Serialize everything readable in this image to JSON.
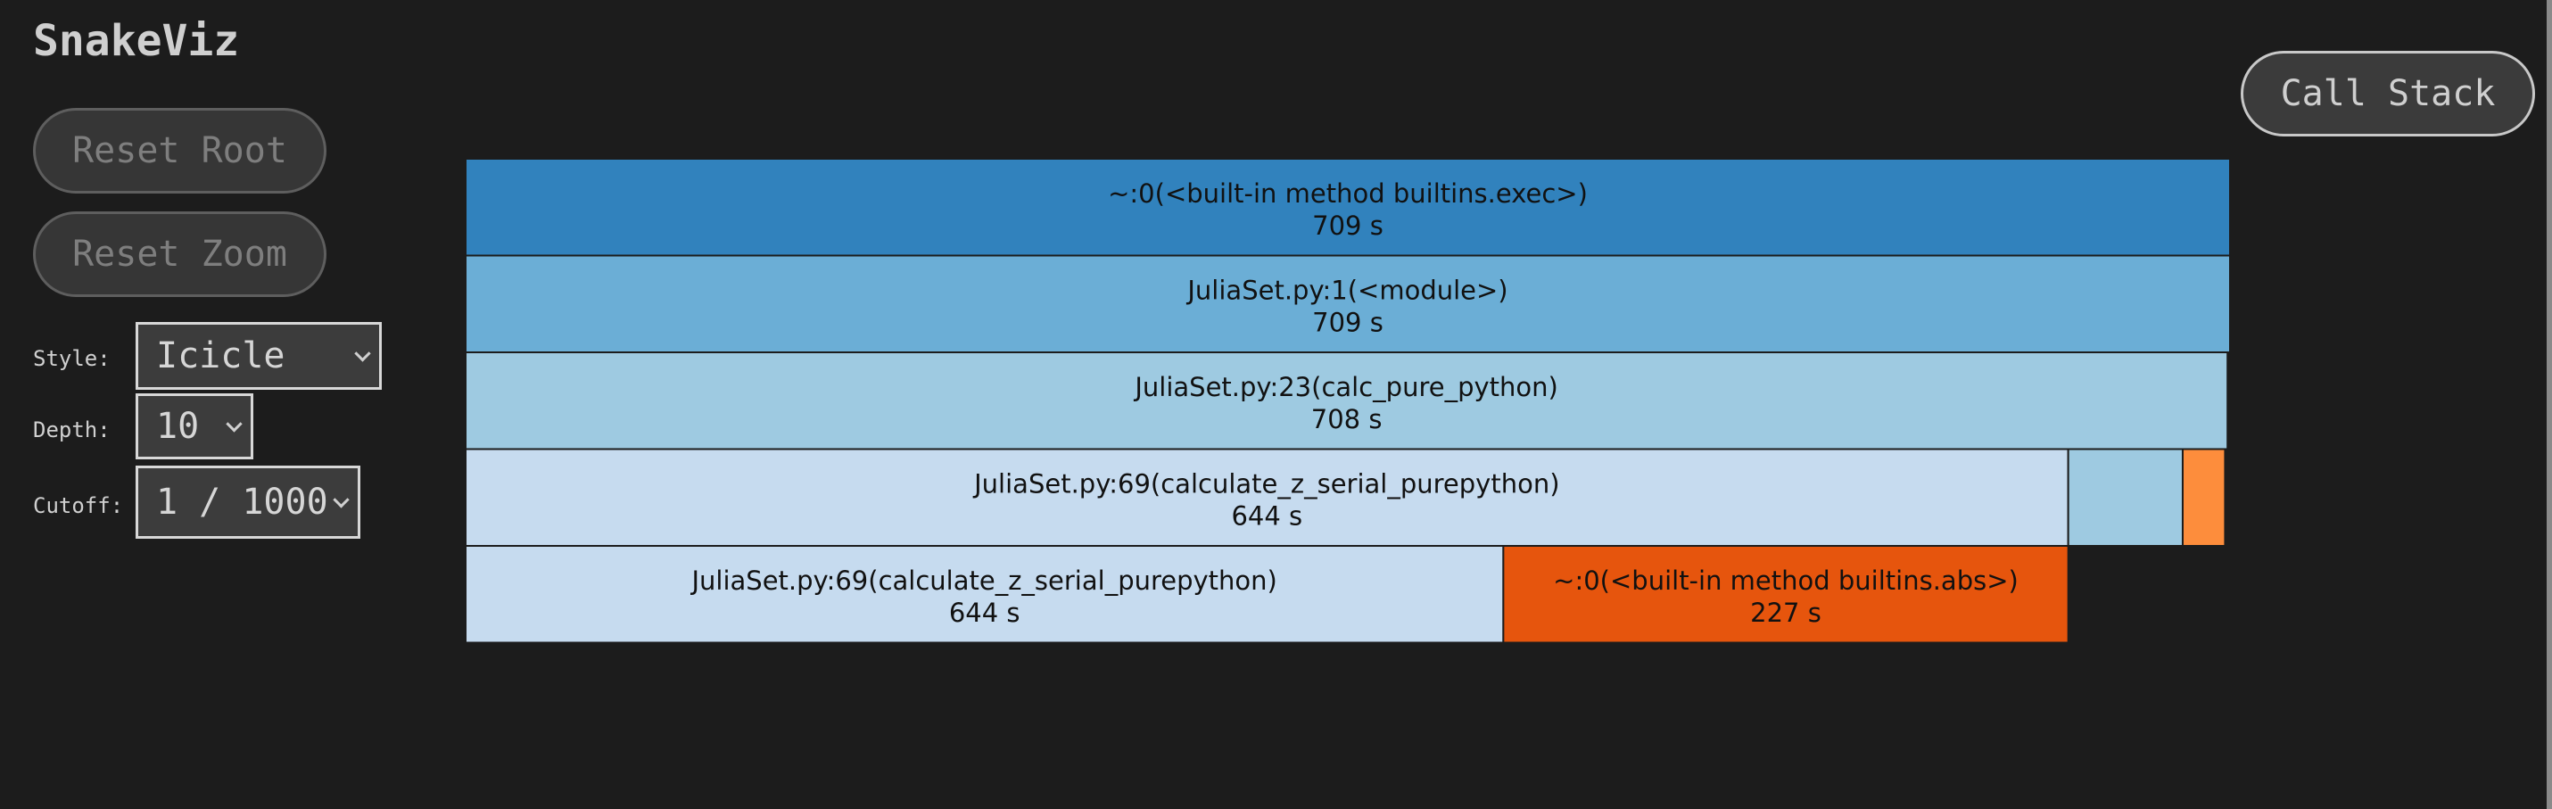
{
  "app": {
    "title": "SnakeViz"
  },
  "buttons": {
    "reset_root": "Reset Root",
    "reset_zoom": "Reset Zoom",
    "call_stack": "Call Stack"
  },
  "controls": {
    "style_label": "Style:",
    "style_value": "Icicle",
    "depth_label": "Depth:",
    "depth_value": "10",
    "cutoff_label": "Cutoff:",
    "cutoff_value": "1 / 1000"
  },
  "chart_data": {
    "type": "icicle",
    "total_seconds": 709,
    "nodes": [
      {
        "id": "n0",
        "depth": 0,
        "start": 0,
        "size": 709,
        "name": "~:0(<built-in method builtins.exec>)",
        "time": "709 s",
        "color": "#3182bd"
      },
      {
        "id": "n1",
        "depth": 1,
        "start": 0,
        "size": 709,
        "name": "JuliaSet.py:1(<module>)",
        "time": "709 s",
        "color": "#6baed6"
      },
      {
        "id": "n2",
        "depth": 2,
        "start": 0,
        "size": 708,
        "name": "JuliaSet.py:23(calc_pure_python)",
        "time": "708 s",
        "color": "#9ecae1"
      },
      {
        "id": "n3",
        "depth": 3,
        "start": 0,
        "size": 644,
        "name": "JuliaSet.py:69(calculate_z_serial_purepython)",
        "time": "644 s",
        "color": "#c6dbef"
      },
      {
        "id": "n3b",
        "depth": 3,
        "start": 644,
        "size": 46,
        "name": "",
        "time": "",
        "color": "#9ecae1"
      },
      {
        "id": "n3c",
        "depth": 3,
        "start": 690,
        "size": 17,
        "name": "",
        "time": "",
        "color": "#fd8d3c"
      },
      {
        "id": "n4",
        "depth": 4,
        "start": 0,
        "size": 417,
        "name": "JuliaSet.py:69(calculate_z_serial_purepython)",
        "time": "644 s",
        "color": "#c6dbef"
      },
      {
        "id": "n4b",
        "depth": 4,
        "start": 417,
        "size": 227,
        "name": "~:0(<built-in method builtins.abs>)",
        "time": "227 s",
        "color": "#e6550d"
      }
    ]
  }
}
